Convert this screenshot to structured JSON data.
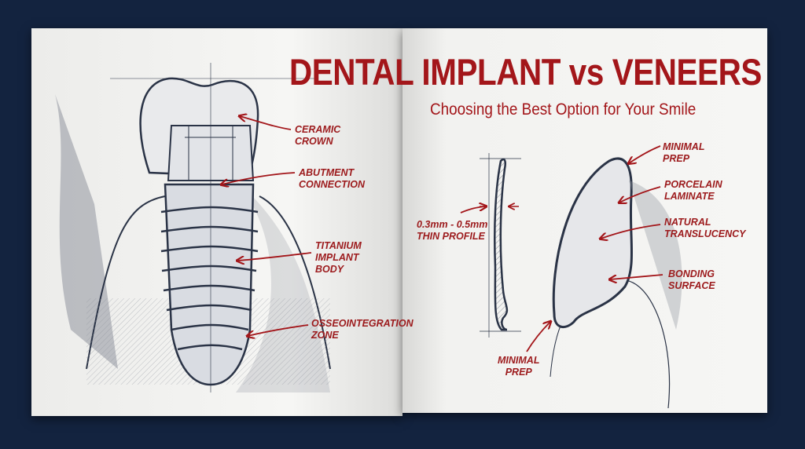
{
  "title": "DENTAL IMPLANT vs VENEERS",
  "subtitle": "Choosing the Best Option for Your Smile",
  "implant_labels": [
    {
      "line1": "Ceramic",
      "line2": "Crown",
      "line3": ""
    },
    {
      "line1": "Abutment",
      "line2": "Connection",
      "line3": ""
    },
    {
      "line1": "Titanium",
      "line2": "Implant",
      "line3": "Body"
    },
    {
      "line1": "Osseointegration",
      "line2": "Zone",
      "line3": ""
    }
  ],
  "veneer_labels": [
    {
      "line1": "0.3mm - 0.5mm",
      "line2": "Thin Profile"
    },
    {
      "line1": "Minimal",
      "line2": "Prep"
    },
    {
      "line1": "Porcelain",
      "line2": "Laminate"
    },
    {
      "line1": "Natural",
      "line2": "Translucency"
    },
    {
      "line1": "Bonding",
      "line2": "Surface"
    },
    {
      "line1": "Minimal",
      "line2": "Prep"
    }
  ],
  "colors": {
    "background": "#13233f",
    "paper": "#f3f3f1",
    "accent": "#a3161a",
    "pencil": "#2a3346"
  }
}
